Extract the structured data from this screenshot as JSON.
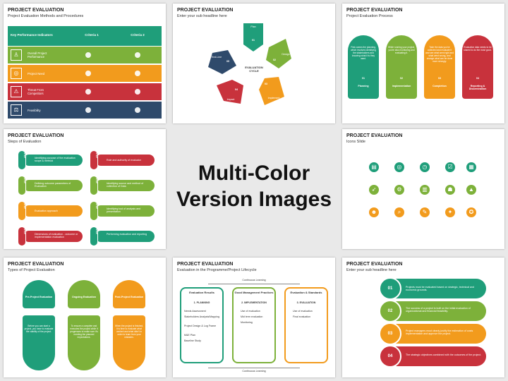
{
  "center_title": {
    "line1": "Multi-Color",
    "line2": "Version Images"
  },
  "colors": {
    "green": "#1f9e7a",
    "lime": "#7db13a",
    "orange": "#f29b1d",
    "red": "#c8323c",
    "navy": "#2f4a6b"
  },
  "s1": {
    "title": "PROJECT EVALUATION",
    "subtitle": "Project Evaluation Methods and Procedures",
    "headers": [
      "Key Performance Indicators",
      "Criteria 1",
      "Criteria 2"
    ],
    "rows": [
      "Overall Project Performance",
      "Project Need",
      "Threat From Competitors",
      "Feasibility"
    ]
  },
  "s2": {
    "title": "PROJECT EVALUATION",
    "subtitle": "Enter your sub headline here",
    "center": "EVALUATION CYCLE",
    "steps": [
      {
        "n": "01",
        "label": "Plan"
      },
      {
        "n": "02",
        "label": "Design"
      },
      {
        "n": "03",
        "label": "Implement"
      },
      {
        "n": "04",
        "label": "Impact"
      },
      {
        "n": "05",
        "label": "End-Line"
      }
    ]
  },
  "s3": {
    "title": "PROJECT EVALUATION",
    "subtitle": "Project Evaluation Process",
    "cards": [
      {
        "n": "01",
        "label": "Planning",
        "text": "First comes the planning, which involves identifying the stakeholders and knowing what it is they want."
      },
      {
        "n": "02",
        "label": "Implementation",
        "text": "While running your project, you're also monitoring and evaluating it."
      },
      {
        "n": "03",
        "label": "Completion",
        "text": "Take the data you've collected and evaluate it and see what went right and what went wrong, and change what can be done more strongly."
      },
      {
        "n": "04",
        "label": "Reporting & Dissemination",
        "text": "Evaluation data needs to be shared to do the most good."
      }
    ]
  },
  "s4": {
    "title": "PROJECT EVALUATION",
    "subtitle": "Steps of Evaluation",
    "step_word": "STEP",
    "left": [
      "Identifying purpose of the evaluation scope & method",
      "Defining outcome parameters of Evaluation",
      "Evaluation approach",
      "Dimensions of evaluation - outcome or implementation evaluation"
    ],
    "right": [
      "Role and authority of evaluator",
      "Identifying source and method of collection of Data",
      "Identifying tool of analysis and presentation",
      "Performing evaluation and reporting"
    ]
  },
  "s5": {
    "title": "PROJECT EVALUATION",
    "subtitle": "Icons Slide",
    "icons": [
      "analytics-icon",
      "target-icon",
      "clock-icon",
      "checklist-icon",
      "presentation-icon",
      "rocket-icon",
      "gear-icon",
      "building-icon",
      "team-icon",
      "growth-icon",
      "people-icon",
      "magnifier-icon",
      "pencil-icon",
      "handshake-icon",
      "award-icon"
    ]
  },
  "s6": {
    "title": "PROJECT EVALUATION",
    "subtitle": "Types of Project Evaluation",
    "cols": [
      {
        "label": "Pre-Project Evaluation",
        "text": "Before you can start a project, you have to evaluate the viability of the project."
      },
      {
        "label": "Ongoing Evaluation",
        "text": "To ensure a complete and executes the project while it progresses to make sure it's meeting the planned expectations."
      },
      {
        "label": "Post-Project Evaluation",
        "text": "When the project is finished, it is time to evaluate what worked and what didn't in order to learn from your mistakes."
      }
    ]
  },
  "s7": {
    "title": "PROJECT EVALUATION",
    "subtitle": "Evaluation in the Programme/Project Lifecycle",
    "top": "Continuous Learning",
    "bottom": "Continuous Learning",
    "cols": [
      {
        "head": "Evaluation Results",
        "sub": "1. PLANNING",
        "items": [
          "Needs Assessment",
          "Stakeholders Analysis/Mapping",
          "Project Design & Log Frame",
          "M&E Plan",
          "Baseline Study"
        ]
      },
      {
        "head": "Good Management Practices",
        "sub": "2. IMPLEMENTATION",
        "items": [
          "Use of evaluation",
          "Mid term evaluation",
          "Monitoring"
        ]
      },
      {
        "head": "Evaluation & Standards",
        "sub": "3. EVALUATION",
        "items": [
          "Use of evaluation",
          "Final evaluation"
        ]
      }
    ]
  },
  "s8": {
    "title": "PROJECT EVALUATION",
    "subtitle": "Enter your sub headline here",
    "items": [
      {
        "n": "01",
        "text": "Projects must be evaluated based on strategic, technical and economic grounds."
      },
      {
        "n": "02",
        "text": "The success of a project is built on the initial evaluation of organizational and financial feasibility."
      },
      {
        "n": "03",
        "text": "Project managers must clearly justify the estimation of costs implementation and approve the project."
      },
      {
        "n": "04",
        "text": "The strategic objectives combined with the outcomes of the project."
      }
    ]
  }
}
